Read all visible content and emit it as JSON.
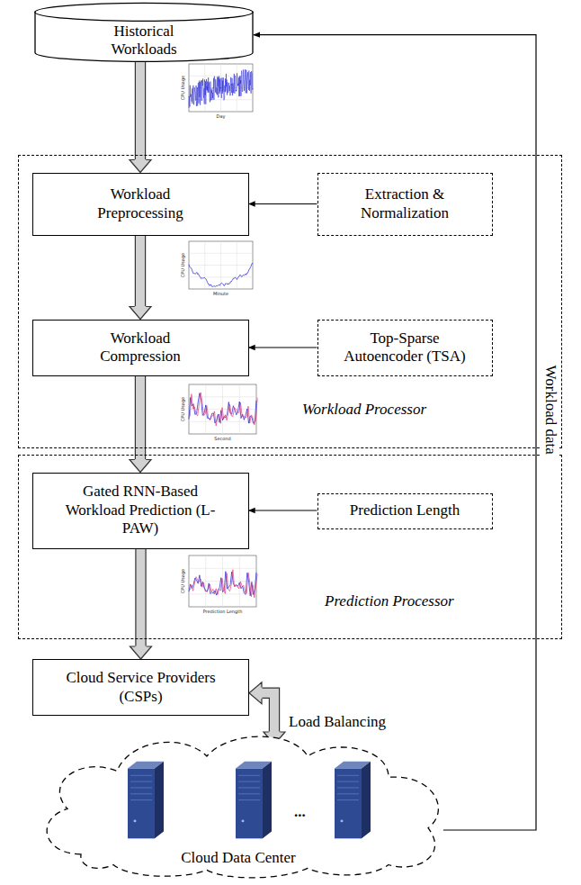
{
  "diagram": {
    "nodes": [
      {
        "text": [
          "Historical Workloads"
        ]
      },
      {
        "text": [
          "Workload Processor"
        ]
      },
      {
        "text": [
          "Workload Preprocessing"
        ],
        "in": 1
      },
      {
        "text": [
          "Extraction & Normalization"
        ],
        "in": 1
      },
      {
        "text": [
          "Workload Compression"
        ],
        "in": 1
      },
      {
        "text": [
          "Top-Sparse Autoencoder (TSA)"
        ],
        "in": 1
      },
      {
        "text": [
          "Prediction Processor"
        ]
      },
      {
        "text": [
          "Gated RNN-Based Workload Prediction (L-PAW)"
        ],
        "in": 6
      },
      {
        "text": [
          "Prediction Length"
        ],
        "in": 6
      },
      {
        "text": [
          "Cloud Service Providers (CSPs)"
        ]
      },
      {
        "text": [
          "Cloud Data Center"
        ]
      }
    ],
    "edges": [
      {
        "from": 0,
        "to": 2,
        "arrow": "to"
      },
      {
        "from": 3,
        "to": 2,
        "arrow": "to"
      },
      {
        "from": 2,
        "to": 4,
        "arrow": "to"
      },
      {
        "from": 5,
        "to": 4,
        "arrow": "to"
      },
      {
        "from": 4,
        "to": 7,
        "arrow": "to"
      },
      {
        "from": 8,
        "to": 7,
        "arrow": "to"
      },
      {
        "from": 7,
        "to": 9,
        "arrow": "to"
      },
      {
        "from": 9,
        "to": 10,
        "label": "Load Balancing",
        "arrow": "both"
      },
      {
        "from": 10,
        "to": 0,
        "label": "Workload data",
        "arrow": "to"
      }
    ],
    "labels": [
      "CPU Usage",
      "Day",
      "CPU Usage",
      "Minute",
      "CPU Usage",
      "Second",
      "CPU Usage",
      "Prediction Length",
      "..."
    ]
  }
}
